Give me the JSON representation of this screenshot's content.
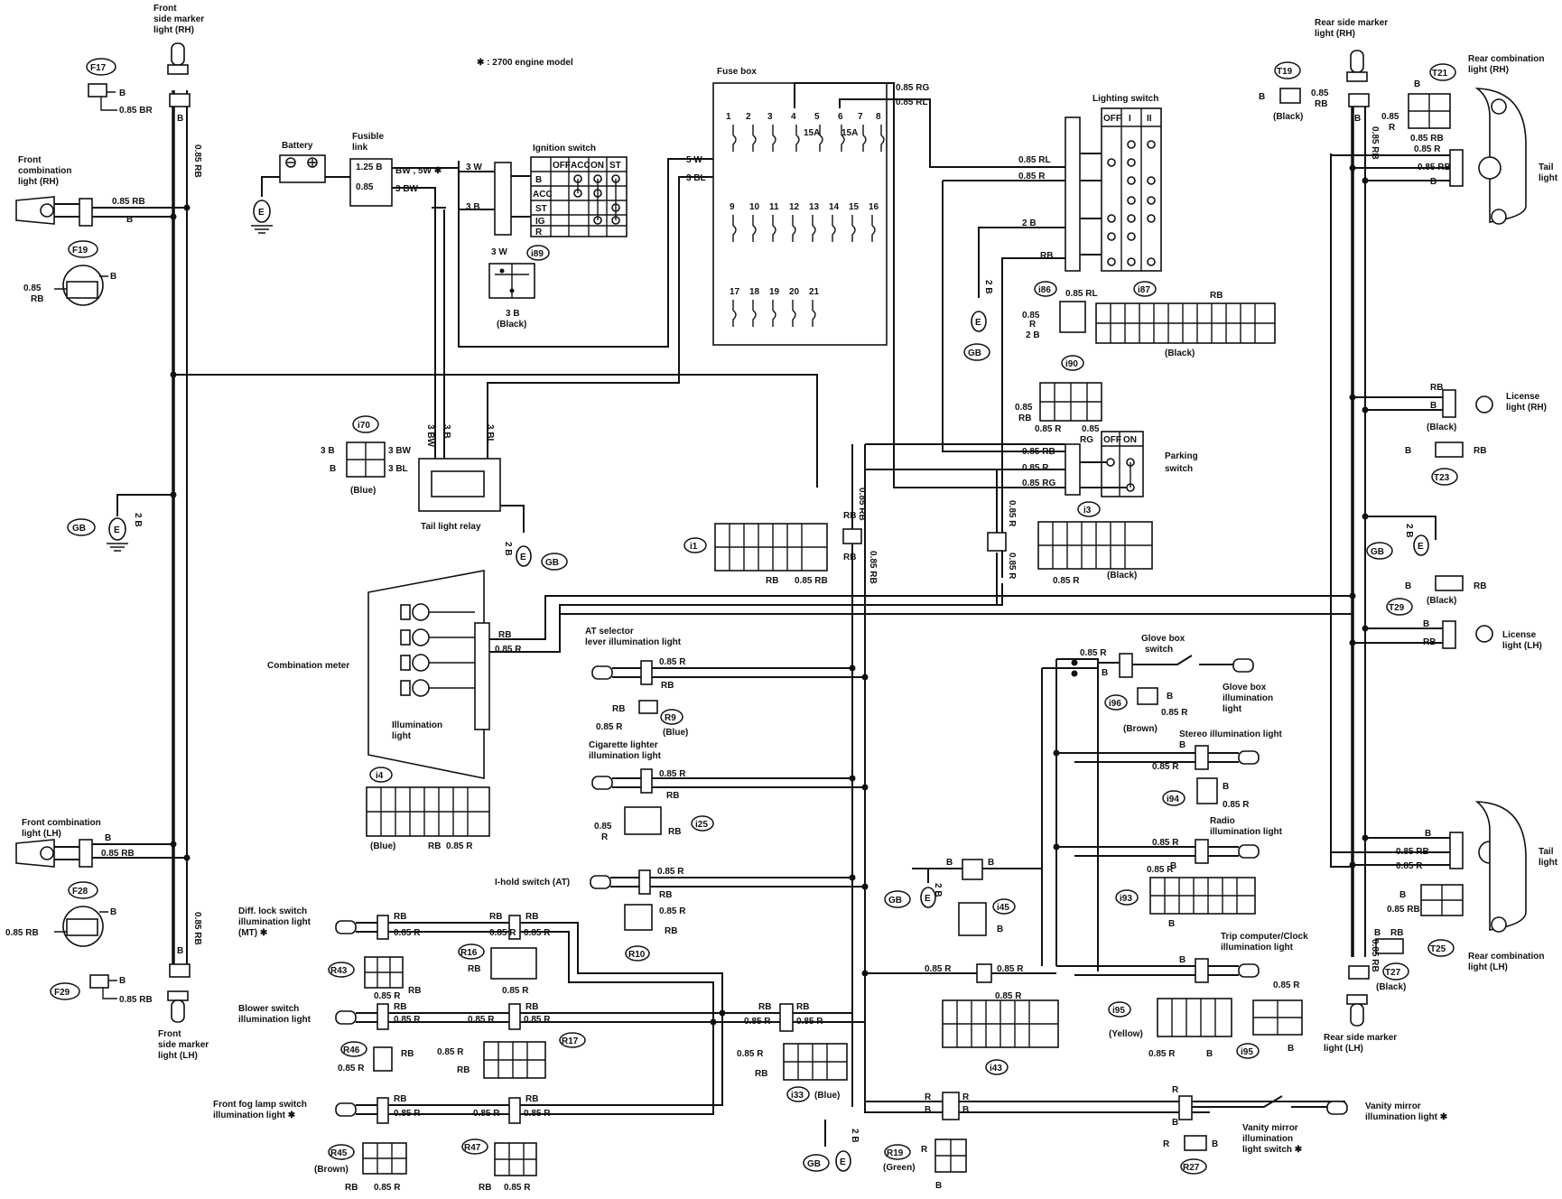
{
  "note": "✱ : 2700 engine model",
  "components": {
    "front_side_marker_rh": [
      "Front",
      "side marker",
      "light (RH)"
    ],
    "front_side_marker_lh": [
      "Front",
      "side marker",
      "light (LH)"
    ],
    "front_combination_rh": [
      "Front",
      "combination",
      "light (RH)"
    ],
    "front_combination_lh": [
      "Front combination",
      "light (LH)"
    ],
    "battery": "Battery",
    "fusible_link": [
      "Fusible",
      "link"
    ],
    "ignition_switch": "Ignition switch",
    "fuse_box": "Fuse box",
    "lighting_switch": "Lighting switch",
    "tail_light_relay": "Tail light relay",
    "combination_meter": "Combination meter",
    "illumination_light": [
      "Illumination",
      "light"
    ],
    "parking_switch": [
      "Parking",
      "switch"
    ],
    "rear_side_marker_rh": [
      "Rear side marker",
      "light (RH)"
    ],
    "rear_side_marker_lh": [
      "Rear side marker",
      "light (LH)"
    ],
    "rear_combination_rh": [
      "Rear combination",
      "light (RH)"
    ],
    "rear_combination_lh": [
      "Rear combination",
      "light (LH)"
    ],
    "tail_light": [
      "Tail",
      "light"
    ],
    "license_light_rh": [
      "License",
      "light (RH)"
    ],
    "license_light_lh": [
      "License",
      "light (LH)"
    ],
    "at_selector": [
      "AT selector",
      "lever illumination light"
    ],
    "cigarette_lighter": [
      "Cigarette lighter",
      "illumination light"
    ],
    "i_hold_switch": "I-hold switch (AT)",
    "diff_lock_switch": [
      "Diff. lock switch",
      "illumination light",
      "(MT) ✱"
    ],
    "blower_switch": [
      "Blower switch",
      "illumination light"
    ],
    "front_fog_lamp": [
      "Front fog lamp switch",
      "illumination light ✱"
    ],
    "glove_box_switch": [
      "Glove box",
      "switch"
    ],
    "glove_box_illumination": [
      "Glove box",
      "illumination",
      "light"
    ],
    "stereo_illumination": "Stereo illumination light",
    "radio_illumination": [
      "Radio",
      "illumination light"
    ],
    "trip_computer": [
      "Trip computer/Clock",
      "illumination light"
    ],
    "vanity_mirror_light": [
      "Vanity mirror",
      "illumination light ✱"
    ],
    "vanity_mirror_switch": [
      "Vanity mirror",
      "illumination",
      "light switch ✱"
    ]
  },
  "ignition_table": {
    "columns": [
      "OFF",
      "ACC",
      "ON",
      "ST"
    ],
    "rows": [
      "B",
      "ACC",
      "ST",
      "IG",
      "R"
    ]
  },
  "lighting_table": {
    "columns": [
      "OFF",
      "I",
      "II"
    ]
  },
  "parking_table": {
    "columns": [
      "OFF",
      "ON"
    ]
  },
  "fuses": {
    "row1": [
      "1",
      "2",
      "3",
      "4",
      "5",
      "6",
      "7",
      "8"
    ],
    "row2": [
      "9",
      "10",
      "11",
      "12",
      "13",
      "14",
      "15",
      "16"
    ],
    "row3": [
      "17",
      "18",
      "19",
      "20",
      "21"
    ],
    "rating_a": "15A",
    "rating_b": "15A"
  },
  "connectors": {
    "F17": "F17",
    "F19": "F19",
    "F28": "F28",
    "F29": "F29",
    "i89": "i89",
    "i70": "i70",
    "i86": "i86",
    "i87": "i87",
    "i90": "i90",
    "i3": "i3",
    "i1": "i1",
    "i4": "i4",
    "i96": "i96",
    "i94": "i94",
    "i93": "i93",
    "i95": "i95",
    "i43": "i43",
    "i45": "i45",
    "i25": "i25",
    "i33": "i33",
    "R9": "R9",
    "R10": "R10",
    "R16": "R16",
    "R17": "R17",
    "R19": "R19",
    "R27": "R27",
    "R43": "R43",
    "R45": "R45",
    "R46": "R46",
    "R47": "R47",
    "T19": "T19",
    "T21": "T21",
    "T23": "T23",
    "T25": "T25",
    "T27": "T27",
    "T29": "T29",
    "GB": "GB"
  },
  "connector_colors": {
    "black": "(Black)",
    "blue": "(Blue)",
    "brown": "(Brown)",
    "yellow": "(Yellow)",
    "green": "(Green)"
  },
  "wires": {
    "w085RB": "0.85 RB",
    "w085R": "0.85 R",
    "w085RL": "0.85 RL",
    "w085RG": "0.85 RG",
    "w085BR": "0.85 BR",
    "wB": "B",
    "wR": "R",
    "wRB": "RB",
    "wRG": "RG",
    "w2B": "2 B",
    "w3B": "3 B",
    "w3W": "3 W",
    "w3BW": "3 BW",
    "w3BL": "3 BL",
    "w5W": "5 W",
    "w125B": "1.25 B",
    "w085": "0.85",
    "wBW5W": "BW , 5W ✱"
  },
  "ground_symbol": "E"
}
